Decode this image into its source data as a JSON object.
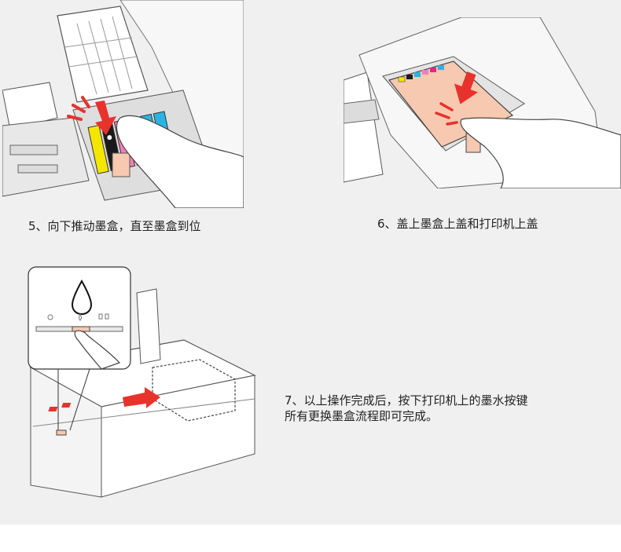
{
  "steps": [
    {
      "caption": "5、向下推动墨盒，直至墨盒到位"
    },
    {
      "caption": "6、盖上墨盒上盖和打印机上盖"
    },
    {
      "caption_line1": "7、以上操作完成后，按下打印机上的墨水按键",
      "caption_line2": "所有更换墨盒流程即可完成。"
    }
  ],
  "colors": {
    "panel_bg": "#f0f0f0",
    "arrow_red": "#e8322c",
    "ink_yellow": "#f5e600",
    "ink_black": "#1a1a1a",
    "ink_pink": "#f080b8",
    "ink_magenta": "#e0288c",
    "ink_cyan": "#2ab4e4",
    "peach": "#f6c9b0"
  }
}
